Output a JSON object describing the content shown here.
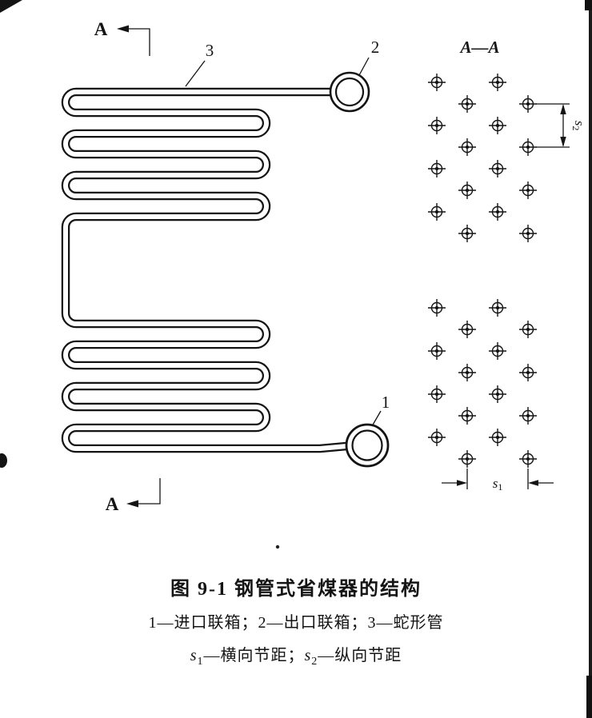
{
  "page": {
    "paper_color": "#ffffff",
    "ink_color": "#141414"
  },
  "figure": {
    "section_marker": "A",
    "section_view_title": "A—A",
    "labels": {
      "serpentine_tube": "3",
      "outlet_header": "2",
      "inlet_header": "1"
    },
    "dims": {
      "s1_base": "s",
      "s1_sub": "1",
      "s2_base": "s",
      "s2_sub": "2"
    }
  },
  "caption": {
    "title": "图 9-1  钢管式省煤器的结构",
    "parts_line": "1—进口联箱；2—出口联箱；3—蛇形管",
    "dims_line": {
      "s1_base": "s",
      "s1_sub": "1",
      "seg1": "—横向节距；",
      "s2_base": "s",
      "s2_sub": "2",
      "seg2": "—纵向节距"
    }
  }
}
